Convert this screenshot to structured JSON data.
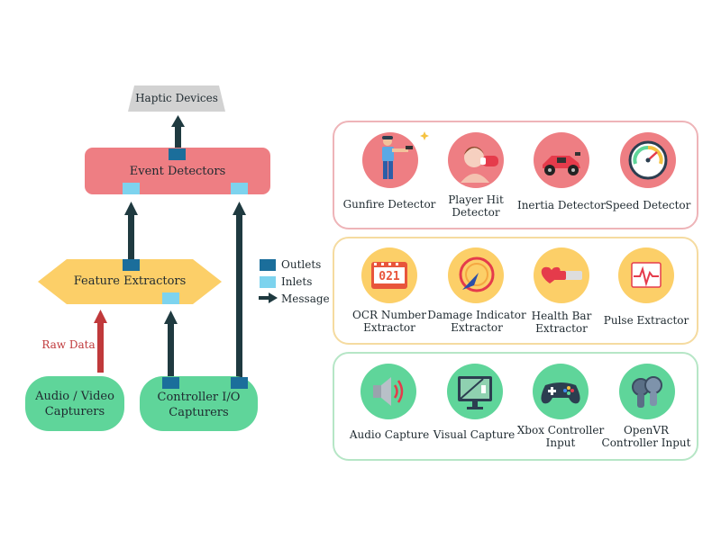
{
  "flow": {
    "haptic": "Haptic Devices",
    "event_detectors": "Event Detectors",
    "feature_extractors": "Feature Extractors",
    "raw_data": "Raw Data",
    "av_capturers": [
      "Audio / Video",
      "Capturers"
    ],
    "controller_capturers": [
      "Controller I/O",
      "Capturers"
    ]
  },
  "legend": {
    "outlets": "Outlets",
    "inlets": "Inlets",
    "message": "Message"
  },
  "colors": {
    "outlet": "#1b6e9b",
    "inlet": "#7dd3ee",
    "arrow": "#1f3a40",
    "raw_arrow": "#c0393b",
    "event": "#ee7e83",
    "feature": "#fccf68",
    "capture": "#5fd59a",
    "haptic": "#d2d2d2",
    "panel_red": "#eeb4b8",
    "panel_yellow": "#f5dba0",
    "panel_green": "#b6e6c6"
  },
  "detectors": [
    {
      "icon": "gunfire-icon",
      "label": [
        "Gunfire Detector"
      ]
    },
    {
      "icon": "player-hit-icon",
      "label": [
        "Player Hit",
        "Detector"
      ]
    },
    {
      "icon": "inertia-car-icon",
      "label": [
        "Inertia Detector"
      ]
    },
    {
      "icon": "speedometer-icon",
      "label": [
        "Speed Detector"
      ]
    }
  ],
  "extractors": [
    {
      "icon": "ocr-number-icon",
      "label": [
        "OCR Number",
        "Extractor"
      ],
      "icon_text": "021"
    },
    {
      "icon": "damage-indicator-icon",
      "label": [
        "Damage Indicator",
        "Extractor"
      ]
    },
    {
      "icon": "health-bar-icon",
      "label": [
        "Health Bar",
        "Extractor"
      ]
    },
    {
      "icon": "pulse-icon",
      "label": [
        "Pulse Extractor"
      ]
    }
  ],
  "captures": [
    {
      "icon": "speaker-icon",
      "label": [
        "Audio Capture"
      ]
    },
    {
      "icon": "monitor-icon",
      "label": [
        "Visual Capture"
      ]
    },
    {
      "icon": "gamepad-icon",
      "label": [
        "Xbox Controller",
        "Input"
      ]
    },
    {
      "icon": "vr-controllers-icon",
      "label": [
        "OpenVR",
        "Controller Input"
      ]
    }
  ]
}
